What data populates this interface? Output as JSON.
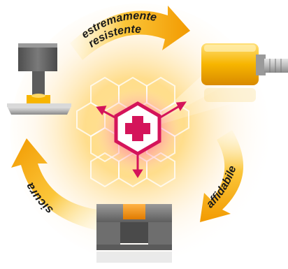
{
  "labels": {
    "top": [
      "estremamente",
      "resistente"
    ],
    "right": "affidabile",
    "left": "sicura"
  },
  "center_symbol": "+",
  "colors": {
    "accent_pink": "#d4145a",
    "accent_yellow": "#f7b500",
    "arrow_orange": "#f29a00",
    "part_gray": "#6b6b6b",
    "part_light": "#bdbdbd"
  },
  "icons": [
    "top-arrow-icon",
    "right-arrow-icon",
    "left-arrow-icon",
    "hex-cross-icon",
    "clamp-part-icon",
    "plug-part-icon",
    "block-part-icon"
  ]
}
